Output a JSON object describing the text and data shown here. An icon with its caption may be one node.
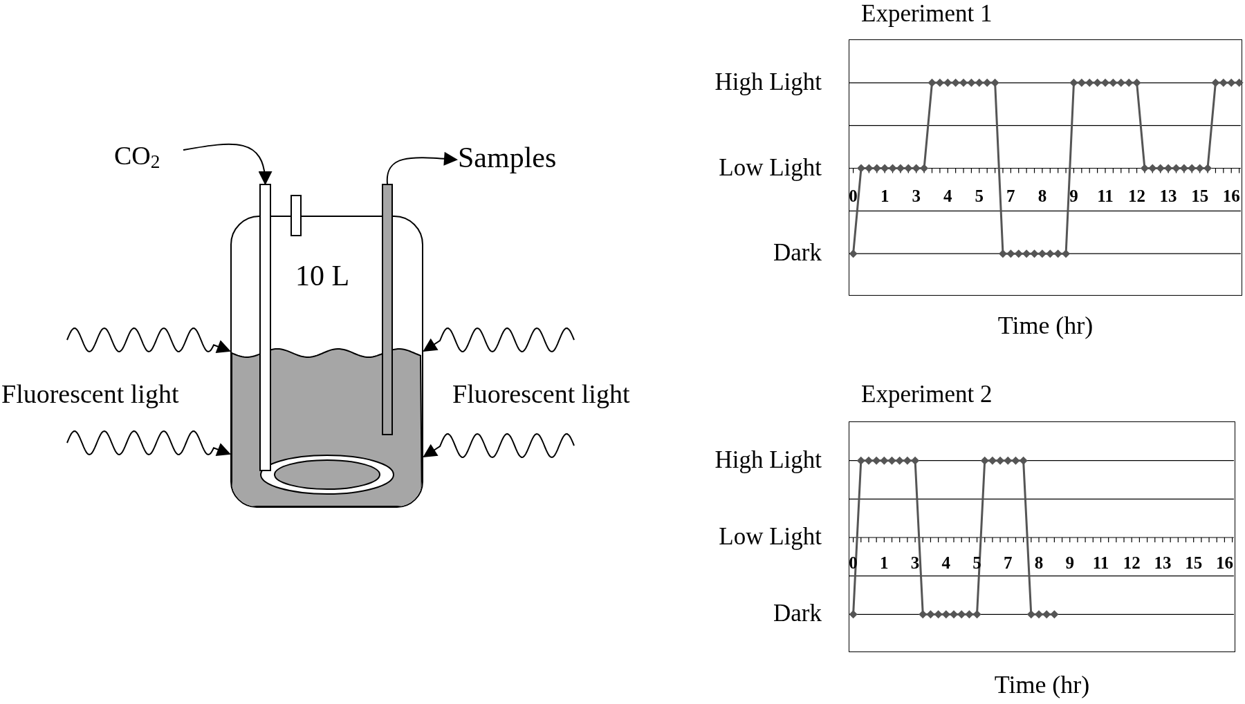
{
  "diagram": {
    "nodes": [
      {
        "text": [
          "CO$_{2}$"
        ]
      },
      {
        "text": [],
        "shape": "bar"
      },
      {
        "text": [],
        "shape": "bar"
      },
      {
        "text": [
          "Samples"
        ]
      },
      {
        "text": [
          "10 L"
        ]
      }
    ],
    "edges": [
      {
        "from": 0,
        "to": 1,
        "arrow": "to"
      },
      {
        "from": 2,
        "to": 3,
        "arrow": "to"
      },
      {
        "from": null,
        "to": 4,
        "arrow": "to"
      },
      {
        "from": null,
        "to": 4,
        "arrow": "to"
      },
      {
        "from": null,
        "to": 4,
        "arrow": "to"
      },
      {
        "from": null,
        "to": 4,
        "arrow": "to"
      }
    ],
    "labels": [
      "Experiment 1",
      "High Light",
      "Low Light",
      "0",
      "1",
      "3",
      "4",
      "5",
      "7",
      "8",
      "9",
      "11",
      "12",
      "13",
      "15",
      "16",
      "Dark",
      "Time (hr)",
      "Fluorescent light",
      "Fluorescent light",
      "Experiment 2",
      "High Light",
      "Low Light",
      "0",
      "1",
      "3",
      "4",
      "5",
      "7",
      "8",
      "9",
      "11",
      "12",
      "13",
      "15",
      "16",
      "Dark",
      "Time (hr)"
    ]
  }
}
